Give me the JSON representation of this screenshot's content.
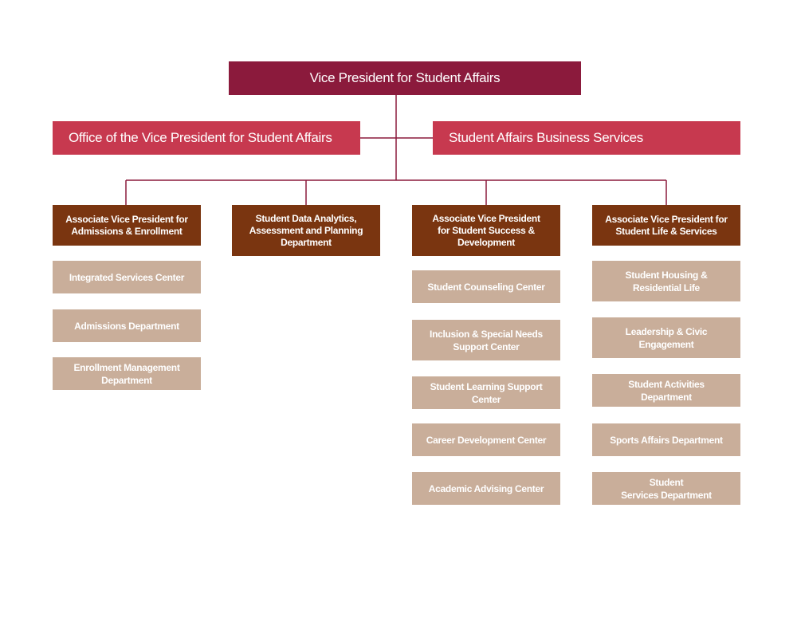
{
  "chart": {
    "top": "Vice President for Student Affairs",
    "office": "Office of the Vice President for Student Affairs",
    "business": "Student Affairs Business Services",
    "columns": [
      {
        "head": "Associate Vice President for\nAdmissions & Enrollment",
        "units": [
          "Integrated Services Center",
          "Admissions Department",
          "Enrollment Management\nDepartment"
        ]
      },
      {
        "head": "Student Data Analytics,\nAssessment and Planning\nDepartment",
        "units": []
      },
      {
        "head": "Associate Vice President\nfor Student Success &\nDevelopment",
        "units": [
          "Student Counseling Center",
          "Inclusion & Special Needs\nSupport Center",
          "Student Learning Support\nCenter",
          "Career  Development Center",
          "Academic Advising Center"
        ]
      },
      {
        "head": "Associate Vice President for\nStudent Life & Services",
        "units": [
          "Student Housing &\nResidential Life",
          "Leadership & Civic\nEngagement",
          "Student Activities\nDepartment",
          "Sports Affairs Department",
          "Student\nServices Department"
        ]
      }
    ]
  },
  "colors": {
    "top": "#8b1a3c",
    "second": "#c7394f",
    "head": "#7a3510",
    "unit": "#c9ae9a",
    "line": "#8b1a3c"
  }
}
